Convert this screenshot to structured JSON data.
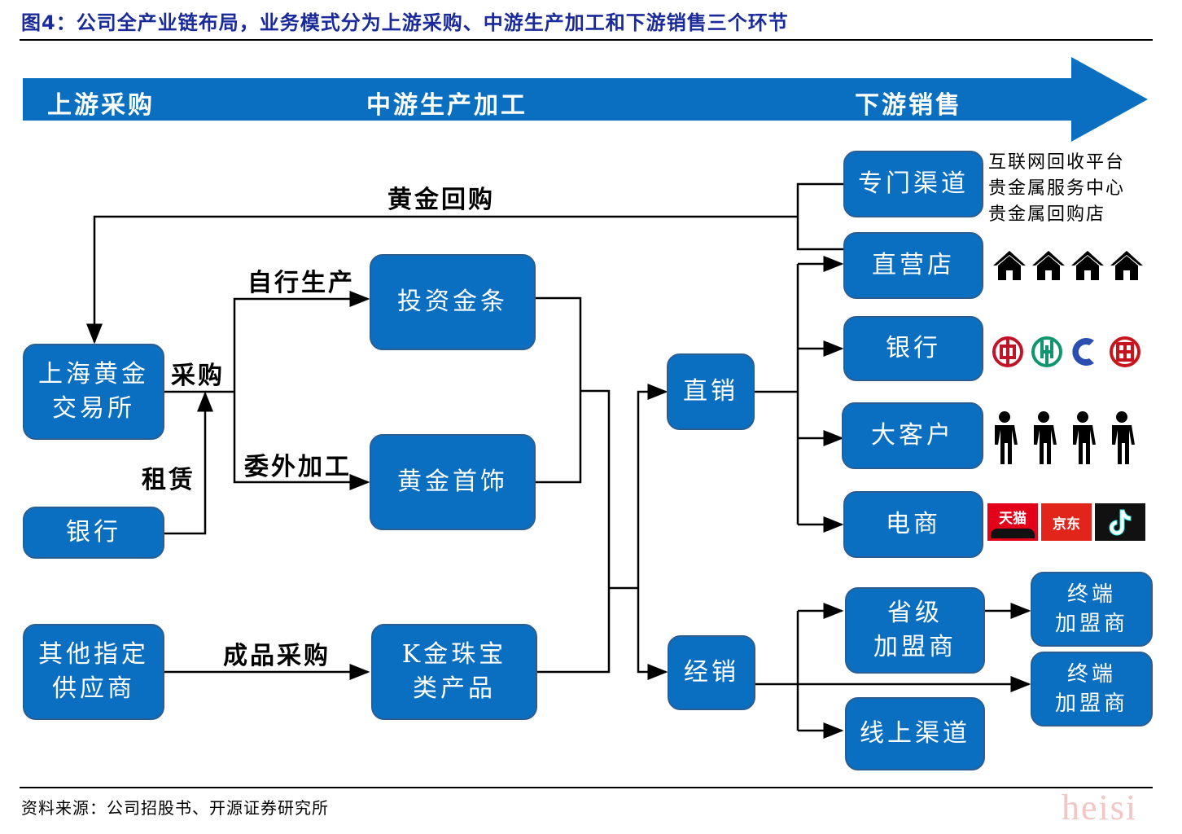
{
  "title": "图4：公司全产业链布局，业务模式分为上游采购、中游生产加工和下游销售三个环节",
  "stages": [
    "上游采购",
    "中游生产加工",
    "下游销售"
  ],
  "nodes": {
    "sge": "上海黄金\n交易所",
    "bank_upstream": "银行",
    "other_suppliers": "其他指定\n供应商",
    "investment_bars": "投资金条",
    "gold_jewelry": "黄金首饰",
    "k_gold": "K金珠宝\n类产品",
    "direct_sales": "直销",
    "distribution": "经销",
    "special_channel": "专门渠道",
    "direct_store": "直营店",
    "bank_downstream": "银行",
    "big_clients": "大客户",
    "ecommerce": "电商",
    "provincial_franchisee": "省级\n加盟商",
    "terminal_franchisee_1": "终端\n加盟商",
    "terminal_franchisee_2": "终端\n加盟商",
    "online_channel": "线上渠道"
  },
  "edge_labels": {
    "gold_buyback": "黄金回购",
    "self_production": "自行生产",
    "purchase": "采购",
    "lease": "租赁",
    "outsourced_processing": "委外加工",
    "finished_goods_purchase": "成品采购"
  },
  "special_channel_notes": [
    "互联网回收平台",
    "贵金属服务中心",
    "贵金属回购店"
  ],
  "icon_groups": {
    "direct_store": [
      "house-icon",
      "house-icon",
      "house-icon",
      "house-icon"
    ],
    "bank": [
      "bank-of-china-logo",
      "abc-logo",
      "ccb-logo",
      "icbc-logo"
    ],
    "big_clients": [
      "person-icon",
      "person-icon",
      "person-icon",
      "person-icon"
    ],
    "ecommerce": [
      "tmall-logo",
      "jd-logo",
      "douyin-logo"
    ]
  },
  "ecommerce_logo_text": {
    "tmall": "天猫",
    "jd": "京东"
  },
  "colors": {
    "box": "#0a6fc0",
    "arrow": "#0a6fc0",
    "title": "#1a2a9a"
  },
  "source": "资料来源：公司招股书、开源证券研究所",
  "watermark": "heisi"
}
